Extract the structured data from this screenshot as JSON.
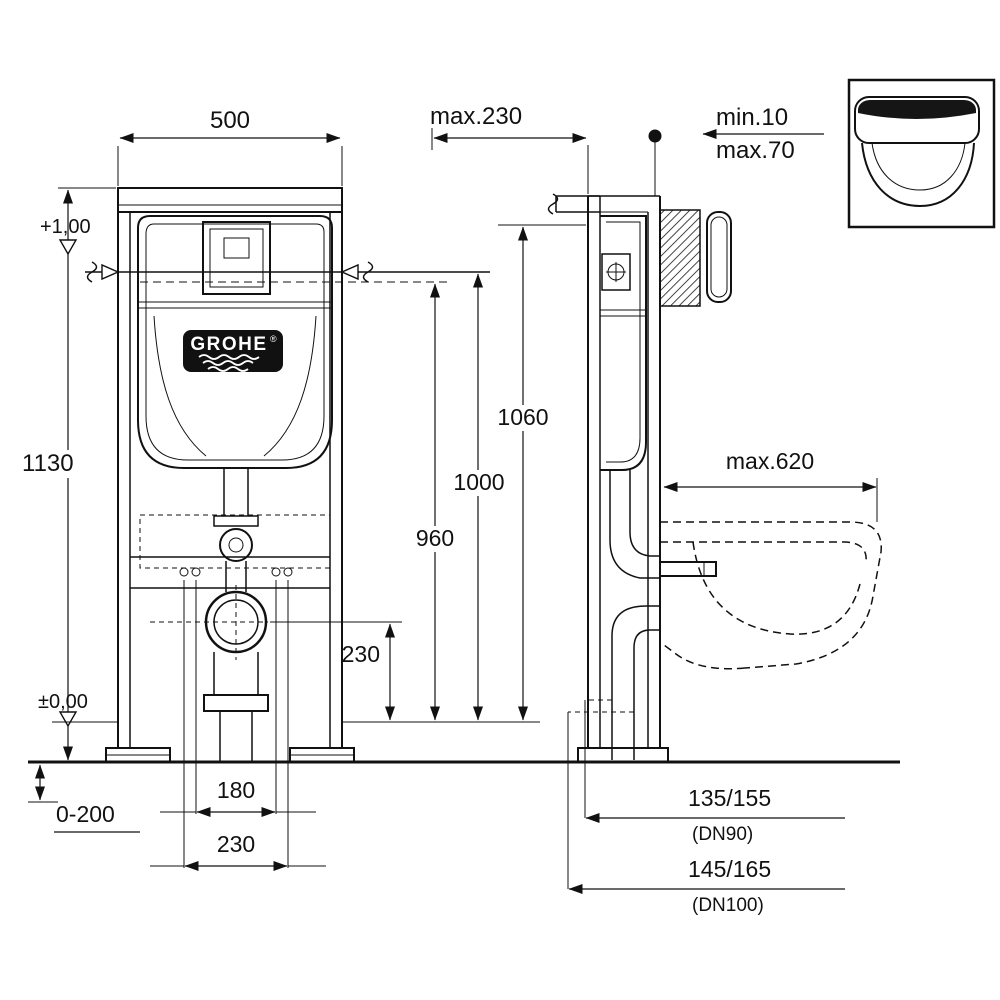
{
  "logo": {
    "text": "GROHE",
    "reg": "®"
  },
  "front": {
    "width": "500",
    "height": "1130",
    "level_top": "+1,00",
    "level_zero": "±0,00",
    "h960": "960",
    "h1000": "1000",
    "h1060": "1060",
    "outlet_height": "230",
    "bolt_180": "180",
    "bolt_230": "230",
    "foot_adjust": "0-200"
  },
  "side": {
    "top_depth": "max.230",
    "wall_min": "min.10",
    "wall_max": "max.70",
    "depth_620": "max.620",
    "drain_90": "135/155",
    "drain_90_dn": "(DN90)",
    "drain_100": "145/165",
    "drain_100_dn": "(DN100)"
  }
}
